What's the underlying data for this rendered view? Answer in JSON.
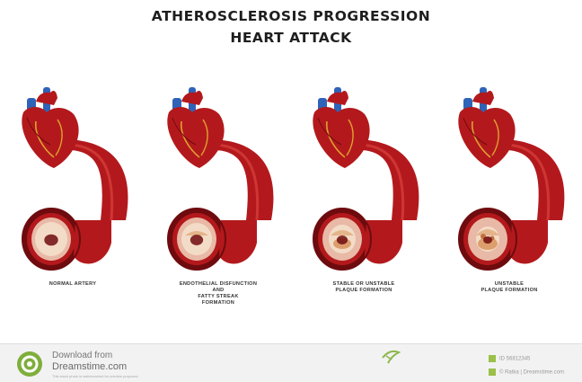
{
  "title": {
    "line1": "ATHEROSCLEROSIS PROGRESSION",
    "line2": "HEART ATTACK"
  },
  "stages": [
    {
      "caption": "NORMAL ARTERY",
      "plaque_level": 0
    },
    {
      "caption": "ENDOTHELIAL DISFUNCTION\nAND\nFATTY STREAK\nFORMATION",
      "plaque_level": 1
    },
    {
      "caption": "STABLE OR UNSTABLE\nPLAQUE FORMATION",
      "plaque_level": 2
    },
    {
      "caption": "UNSTABLE\nPLAQUE FORMATION",
      "plaque_level": 3
    }
  ],
  "footer": {
    "download_line": "Download from",
    "site": "Dreamstime.com",
    "fine_print": "This stock photo is watermarked for preview purposes",
    "right_items": [
      "ID 56812345",
      "© Ratka | Dreamstime.com"
    ]
  },
  "colors": {
    "artery_red": "#b3191c",
    "artery_dark": "#6e0b0e",
    "vein_blue": "#2f63b8",
    "lumen": "#f3dcc7",
    "plaque": "#e4b48a",
    "dt_green": "#7fae3c"
  }
}
